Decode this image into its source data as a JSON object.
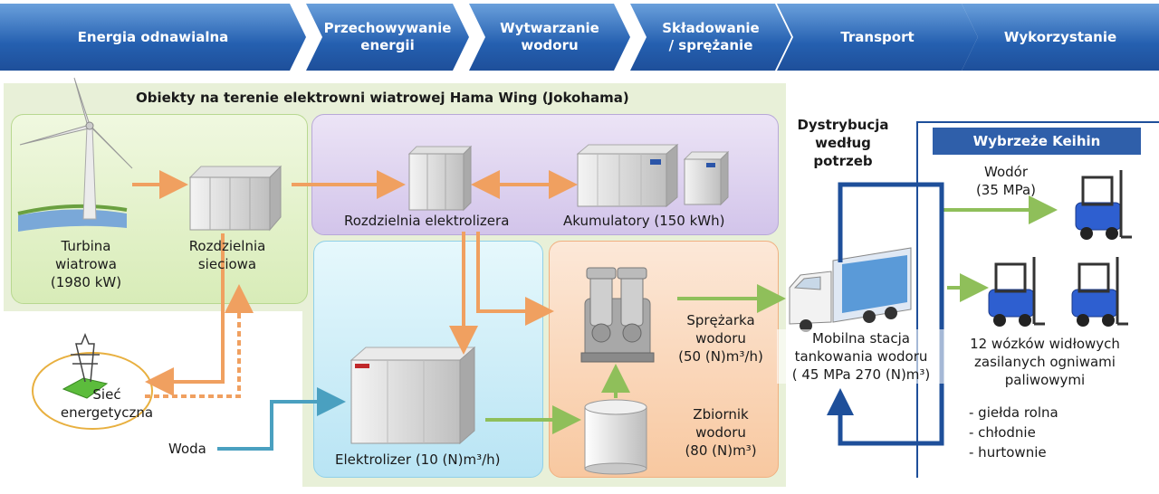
{
  "banners": [
    "Energia odnawialna",
    "Przechowywanie\nenergii",
    "Wytwarzanie\nwodoru",
    "Składowanie\n/ sprężanie",
    "Transport",
    "Wykorzystanie"
  ],
  "site_title": "Obiekty na terenie elektrowni wiatrowej Hama Wing (Jokohama)",
  "turbine_label": "Turbina\nwiatrowa\n(1980 kW)",
  "grid_switch_label": "Rozdzielnia\nsieciowa",
  "electrolyzer_switch_label": "Rozdzielnia elektrolizera",
  "battery_label": "Akumulatory (150 kWh)",
  "power_grid_label": "Sieć\nenergetyczna",
  "water_label": "Woda",
  "electrolyzer_label": "Elektrolizer (10 (N)m³/h)",
  "compressor_label": "Sprężarka\nwodoru\n(50 (N)m³/h)",
  "tank_label": "Zbiornik\nwodoru\n(80 (N)m³)",
  "distribution_label": "Dystrybucja\nwedług\npotrzeb",
  "station_label": "Mobilna stacja\ntankowania wodoru\n( 45 MPa 270 (N)m³)",
  "region_title": "Wybrzeże Keihin",
  "hydrogen_label": "Wodór\n(35 MPa)",
  "forklifts_label": "12 wózków widłowych\nzasilanych ogniwami\npaliwowymi",
  "uses": [
    "- giełda rolna",
    "- chłodnie",
    "- hurtownie"
  ],
  "colors": {
    "banner": "#2560b0",
    "green_panel": "#e2f0c8",
    "purple_panel": "#ddd0ee",
    "blue_panel": "#cdeef8",
    "orange_panel": "#fad8b8",
    "electric_arrow": "#f0a060",
    "hydrogen_arrow": "#8fbf5a",
    "water_arrow": "#4aa0c0",
    "transport_path": "#1e4f9a"
  }
}
